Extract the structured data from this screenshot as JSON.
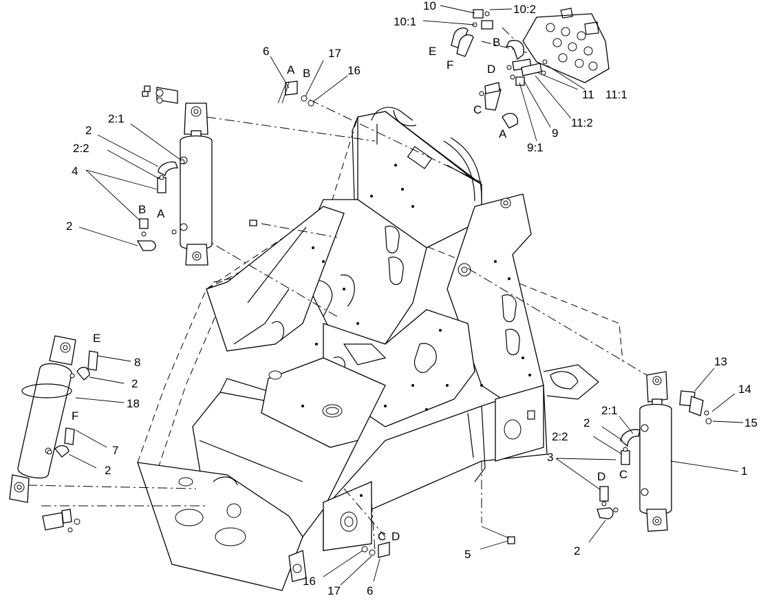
{
  "diagram": {
    "callouts": [
      {
        "id": "c-10",
        "text": "10"
      },
      {
        "id": "c-10-2",
        "text": "10:2"
      },
      {
        "id": "c-10-1",
        "text": "10:1"
      },
      {
        "id": "c-E-top",
        "text": "E"
      },
      {
        "id": "c-F-top",
        "text": "F"
      },
      {
        "id": "c-B-top",
        "text": "B"
      },
      {
        "id": "c-D-top",
        "text": "D"
      },
      {
        "id": "c-C-top",
        "text": "C"
      },
      {
        "id": "c-A-top",
        "text": "A"
      },
      {
        "id": "c-11",
        "text": "11"
      },
      {
        "id": "c-11-1",
        "text": "11:1"
      },
      {
        "id": "c-11-2",
        "text": "11:2"
      },
      {
        "id": "c-9",
        "text": "9"
      },
      {
        "id": "c-9-1",
        "text": "9:1"
      },
      {
        "id": "c-6-top",
        "text": "6"
      },
      {
        "id": "c-A-mid",
        "text": "A"
      },
      {
        "id": "c-B-mid",
        "text": "B"
      },
      {
        "id": "c-17-top",
        "text": "17"
      },
      {
        "id": "c-16-top",
        "text": "16"
      },
      {
        "id": "c-2-1-left",
        "text": "2:1"
      },
      {
        "id": "c-2-left-a",
        "text": "2"
      },
      {
        "id": "c-2-2-left",
        "text": "2:2"
      },
      {
        "id": "c-4",
        "text": "4"
      },
      {
        "id": "c-B-left",
        "text": "B"
      },
      {
        "id": "c-A-left",
        "text": "A"
      },
      {
        "id": "c-2-left-b",
        "text": "2"
      },
      {
        "id": "c-E-left",
        "text": "E"
      },
      {
        "id": "c-8",
        "text": "8"
      },
      {
        "id": "c-2-left-c",
        "text": "2"
      },
      {
        "id": "c-18",
        "text": "18"
      },
      {
        "id": "c-F-left",
        "text": "F"
      },
      {
        "id": "c-7",
        "text": "7"
      },
      {
        "id": "c-2-left-d",
        "text": "2"
      },
      {
        "id": "c-13",
        "text": "13"
      },
      {
        "id": "c-14",
        "text": "14"
      },
      {
        "id": "c-15",
        "text": "15"
      },
      {
        "id": "c-2-1-right",
        "text": "2:1"
      },
      {
        "id": "c-2-right-a",
        "text": "2"
      },
      {
        "id": "c-2-2-right",
        "text": "2:2"
      },
      {
        "id": "c-C-right",
        "text": "C"
      },
      {
        "id": "c-3",
        "text": "3"
      },
      {
        "id": "c-D-right",
        "text": "D"
      },
      {
        "id": "c-1",
        "text": "1"
      },
      {
        "id": "c-2-right-b",
        "text": "2"
      },
      {
        "id": "c-5",
        "text": "5"
      },
      {
        "id": "c-C-bot",
        "text": "C"
      },
      {
        "id": "c-D-bot",
        "text": "D"
      },
      {
        "id": "c-16-bot",
        "text": "16"
      },
      {
        "id": "c-17-bot",
        "text": "17"
      },
      {
        "id": "c-6-bot",
        "text": "6"
      }
    ]
  }
}
